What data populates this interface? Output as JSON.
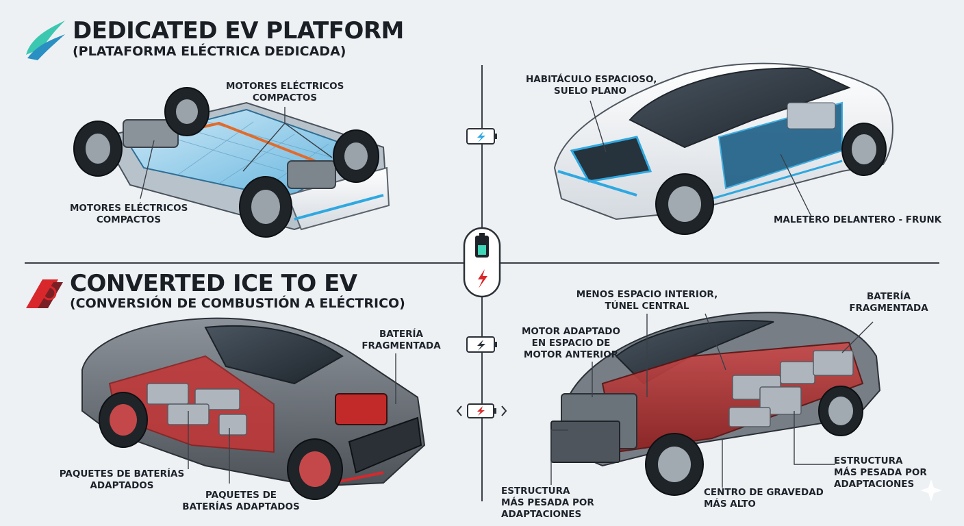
{
  "top": {
    "title": "DEDICATED EV PLATFORM",
    "subtitle": "(PLATAFORMA ELÉCTRICA DEDICADA)",
    "labels": {
      "motors_top": [
        "MOTORES ELÉCTRICOS",
        "COMPACTOS"
      ],
      "motors_left": [
        "MOTORES ELÉCTRICOS",
        "COMPACTOS"
      ],
      "cabin": [
        "HABITÁCULO ESPACIOSO,",
        "SUELO PLANO"
      ],
      "frunk": [
        "MALETERO DELANTERO - FRUNK"
      ]
    }
  },
  "bottom": {
    "title": "CONVERTED ICE TO EV",
    "subtitle": "(CONVERSIÓN DE COMBUSTIÓN A ELÉCTRICO)",
    "labels": {
      "battery_left": [
        "BATERÍA",
        "FRAGMENTADA"
      ],
      "packs_left": [
        "PAQUETES DE BATERÍAS",
        "ADAPTADOS"
      ],
      "packs_mid": [
        "PAQUETES DE",
        "BATERÍAS ADAPTADOS"
      ],
      "motor_adapted": [
        "MOTOR ADAPTADO",
        "EN ESPACIO DE",
        "MOTOR ANTERIOR"
      ],
      "less_space": [
        "MENOS ESPACIO INTERIOR,",
        "TÚNEL CENTRAL"
      ],
      "battery_right": [
        "BATERÍA",
        "FRAGMENTADA"
      ],
      "structure_left": [
        "ESTRUCTURA",
        "MÁS PESADA POR",
        "ADAPTACIONES"
      ],
      "gravity": [
        "CENTRO DE GRAVEDAD",
        "MÁS ALTO"
      ],
      "structure_right": [
        "ESTRUCTURA",
        "MÁS PESADA POR",
        "ADAPTACIONES"
      ]
    }
  },
  "colors": {
    "ev_accent": "#2ea8e0",
    "ice_accent": "#d8282c",
    "line": "#3a4048"
  },
  "icons": [
    "logo-wave-icon",
    "logo-swirl-red-icon",
    "battery-charging-icon",
    "battery-pill-icon",
    "battery-swap-icon"
  ]
}
